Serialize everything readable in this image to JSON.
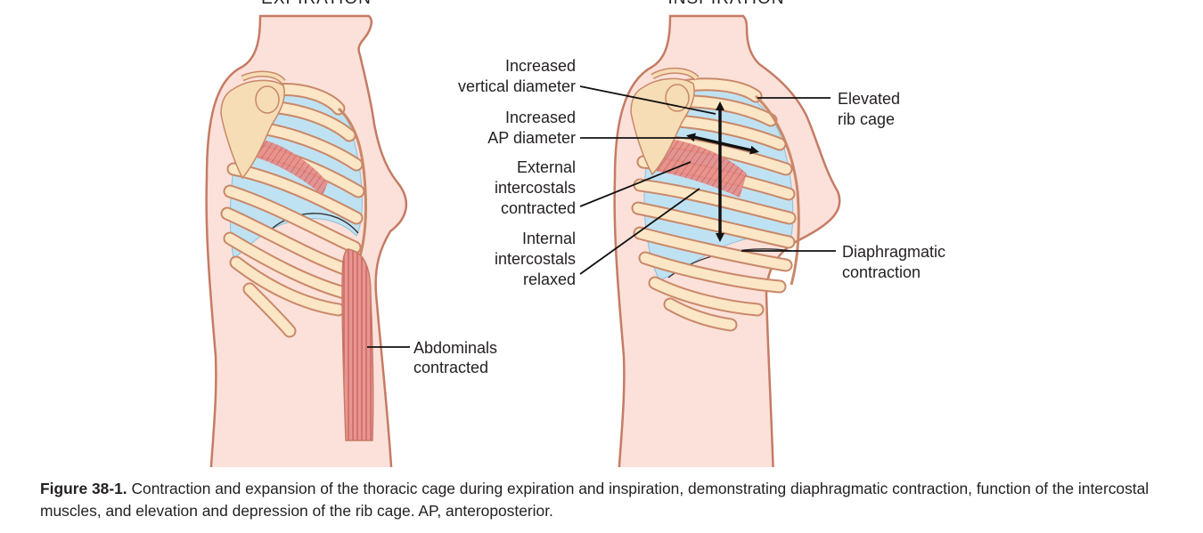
{
  "panels": {
    "left_title": "EXPIRATION",
    "right_title": "INSPIRATION"
  },
  "labels": {
    "increased_vertical_l1": "Increased",
    "increased_vertical_l2": "vertical diameter",
    "increased_ap_l1": "Increased",
    "increased_ap_l2": "AP diameter",
    "external_l1": "External",
    "external_l2": "intercostals",
    "external_l3": "contracted",
    "internal_l1": "Internal",
    "internal_l2": "intercostals",
    "internal_l3": "relaxed",
    "elevated_l1": "Elevated",
    "elevated_l2": "rib cage",
    "diaphragm_l1": "Diaphragmatic",
    "diaphragm_l2": "contraction",
    "abdominals_l1": "Abdominals",
    "abdominals_l2": "contracted"
  },
  "caption": {
    "label": "Figure 38-1.",
    "text": "Contraction and expansion of the thoracic cage during expiration and inspiration, demonstrating diaphragmatic contraction, function of the intercostal muscles, and elevation and depression of the rib cage. AP, anteroposterior."
  },
  "colors": {
    "skin": "#fbe1da",
    "outline": "#c57b64",
    "lung": "#bfe2f3",
    "rib": "#fbe6c6",
    "muscle": "#e07a7a"
  }
}
